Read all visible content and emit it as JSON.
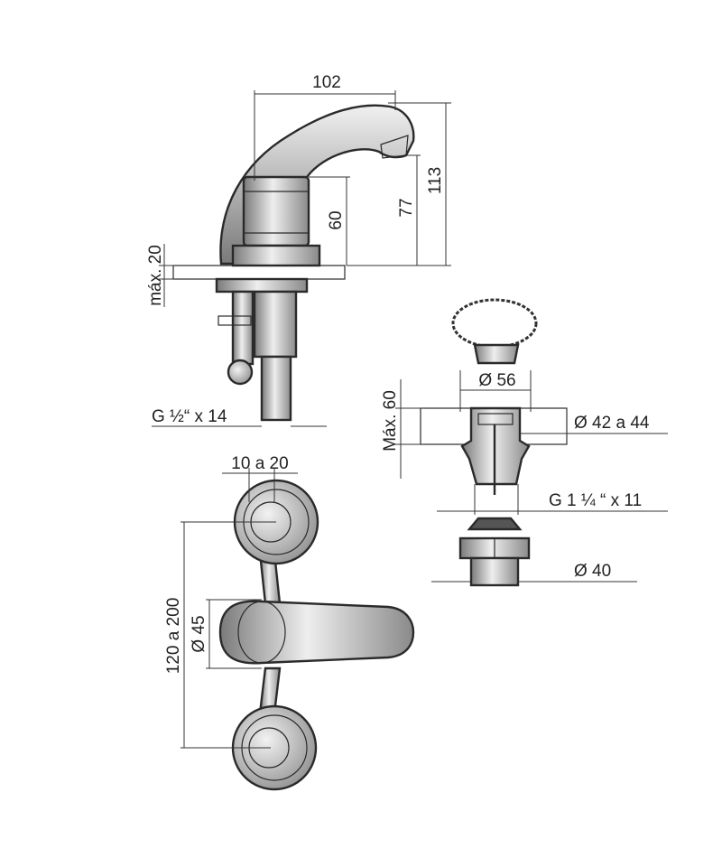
{
  "labels": {
    "spout_width": "102",
    "height_total": "113",
    "height_spout": "77",
    "height_body": "60",
    "max_thickness": "máx. 20",
    "thread_inlet": "G ½“ x 14",
    "plug_diameter": "Ø 56",
    "max_thickness_drain": "Máx. 60",
    "hole_diameter": "Ø 42 a 44",
    "thread_drain": "G 1 ¼ “ x 11",
    "nut_diameter": "Ø 40",
    "spacing_handle": "10 a 20",
    "spacing_center": "120 a 200",
    "body_diameter": "Ø 45"
  },
  "colors": {
    "metal_light": "#e6e6e6",
    "metal_mid": "#b5b5b5",
    "metal_dark": "#808080",
    "line": "#2a2a2a"
  }
}
